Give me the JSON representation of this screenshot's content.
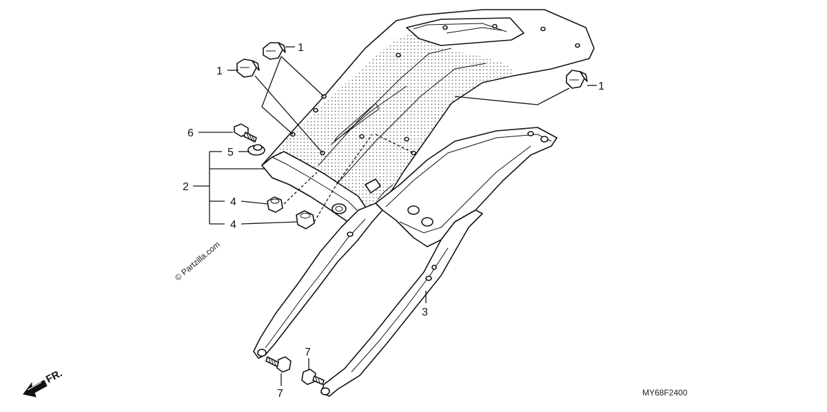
{
  "diagram_code": "MY68F2400",
  "watermark": "© Partzilla.com",
  "front_indicator": "FR.",
  "callouts": [
    {
      "id": "c1a",
      "label": "1"
    },
    {
      "id": "c1b",
      "label": "1"
    },
    {
      "id": "c1c",
      "label": "1"
    },
    {
      "id": "c2",
      "label": "2"
    },
    {
      "id": "c3",
      "label": "3"
    },
    {
      "id": "c4a",
      "label": "4"
    },
    {
      "id": "c4b",
      "label": "4"
    },
    {
      "id": "c5",
      "label": "5"
    },
    {
      "id": "c6",
      "label": "6"
    },
    {
      "id": "c7a",
      "label": "7"
    },
    {
      "id": "c7b",
      "label": "7"
    }
  ]
}
